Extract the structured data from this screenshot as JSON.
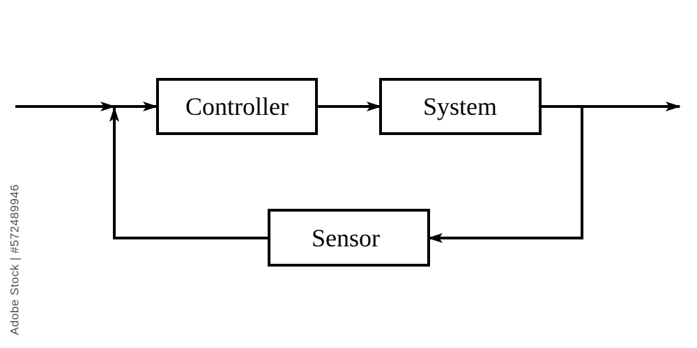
{
  "diagram": {
    "blocks": {
      "controller": "Controller",
      "system": "System",
      "sensor": "Sensor"
    }
  },
  "watermark": {
    "stock_id": "Adobe Stock | #572489946"
  },
  "colors": {
    "line": "#000000",
    "background": "#ffffff",
    "watermark_text": "#505050"
  }
}
